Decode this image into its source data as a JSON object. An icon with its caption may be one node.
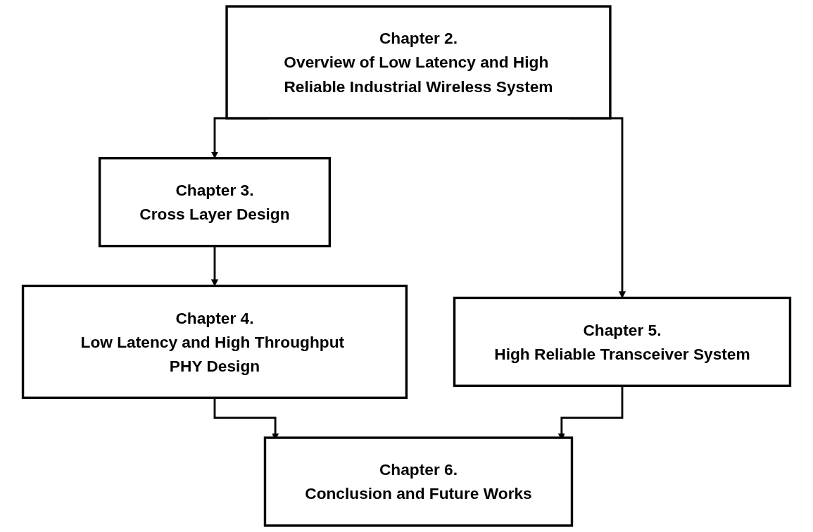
{
  "diagram": {
    "nodes": [
      {
        "text": [
          "Chapter 2.",
          "Overview of Low Latency and High Reliable Industrial Wireless System"
        ]
      },
      {
        "text": [
          "Chapter 3.",
          "Cross Layer Design"
        ]
      },
      {
        "text": [
          "Chapter 4.",
          "Low Latency and High Throughput PHY Design"
        ]
      },
      {
        "text": [
          "Chapter 5.",
          "High Reliable Transceiver System"
        ]
      },
      {
        "text": [
          "Chapter 6.",
          "Conclusion and Future Works"
        ]
      }
    ],
    "edges": [
      {
        "from": 0,
        "to": 1,
        "arrow": "to"
      },
      {
        "from": 0,
        "to": 3,
        "arrow": "to"
      },
      {
        "from": 1,
        "to": 2,
        "arrow": "to"
      },
      {
        "from": 2,
        "to": 4,
        "arrow": "to"
      },
      {
        "from": 3,
        "to": 4,
        "arrow": "to"
      }
    ]
  }
}
